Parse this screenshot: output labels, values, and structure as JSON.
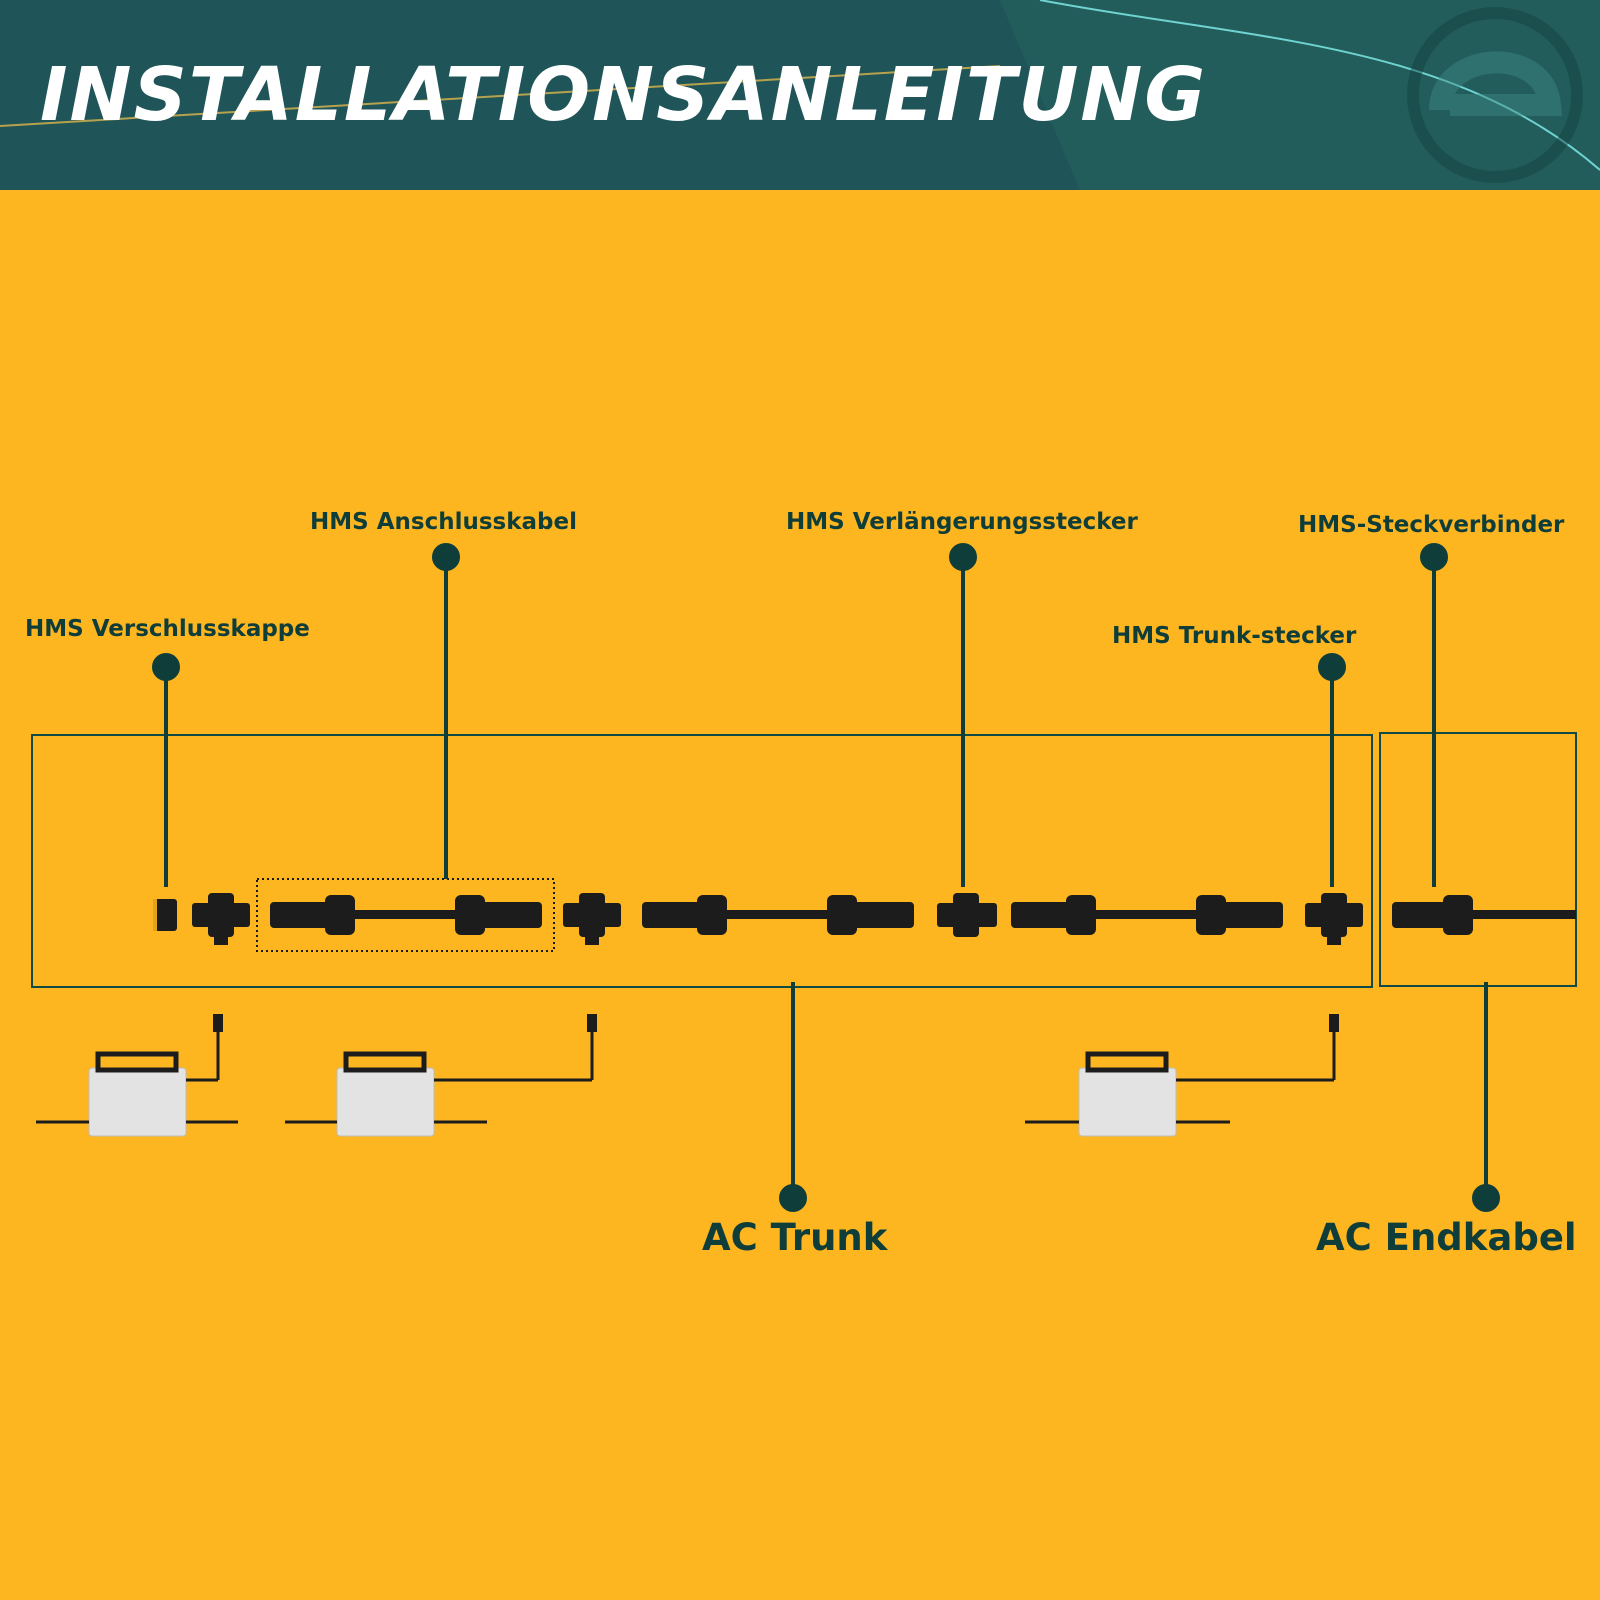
{
  "header": {
    "title": "INSTALLATIONSANLEITUNG"
  },
  "labels": {
    "verschlusskappe": "HMS Verschlusskappe",
    "anschlusskabel": "HMS Anschlusskabel",
    "verlaengerungsstecker": "HMS Verlängerungsstecker",
    "steckverbinder": "HMS-Steckverbinder",
    "trunk_stecker": "HMS Trunk-stecker",
    "ac_trunk": "AC Trunk",
    "ac_endkabel": "AC Endkabel"
  },
  "colors": {
    "background": "#fdb61f",
    "header": "#1f5558",
    "accent": "#0f3d3a",
    "cable": "#1c1c1c",
    "inverter": "#e3e3e3"
  }
}
